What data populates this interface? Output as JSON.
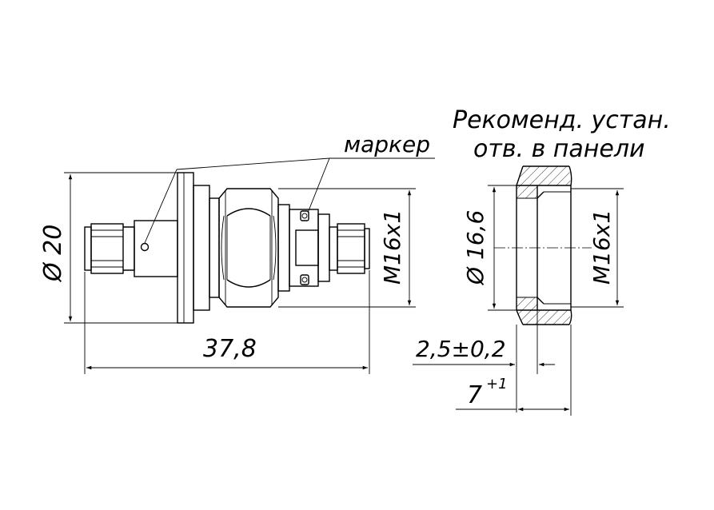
{
  "labels": {
    "marker": "маркер",
    "recommend_line1": "Рекоменд. устан.",
    "recommend_line2": "отв. в панели",
    "diameter_20": "Ø 20",
    "thread_left": "M16x1",
    "length": "37,8",
    "diameter_166": "Ø 16,6",
    "thread_right": "M16x1",
    "thickness": "2,5±0,2",
    "depth_base": "7",
    "depth_tol": "+1"
  }
}
